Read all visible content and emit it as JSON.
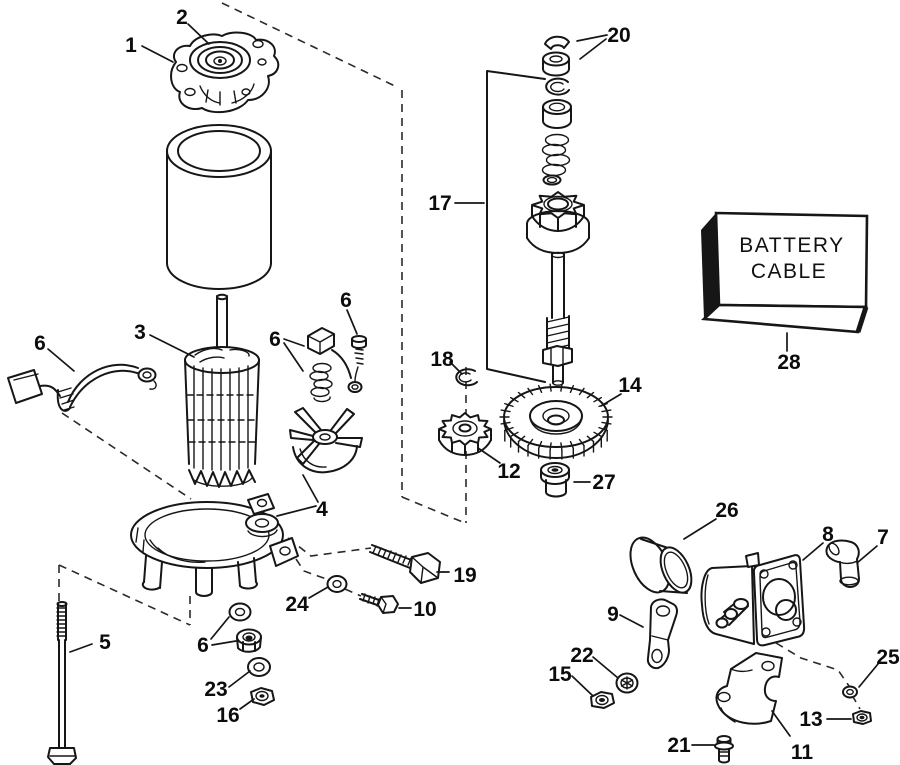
{
  "battery_box": {
    "line1": "BATTERY",
    "line2": "CABLE"
  },
  "labels": {
    "p1": "1",
    "p2": "2",
    "p3": "3",
    "p4": "4",
    "p5": "5",
    "p6a": "6",
    "p6b": "6",
    "p6c": "6",
    "p6d": "6",
    "p7": "7",
    "p8": "8",
    "p9": "9",
    "p10": "10",
    "p11": "11",
    "p12": "12",
    "p13": "13",
    "p14": "14",
    "p15": "15",
    "p16": "16",
    "p17": "17",
    "p18": "18",
    "p19": "19",
    "p20": "20",
    "p21": "21",
    "p22": "22",
    "p23": "23",
    "p24": "24",
    "p25": "25",
    "p26": "26",
    "p27": "27",
    "p28": "28"
  }
}
